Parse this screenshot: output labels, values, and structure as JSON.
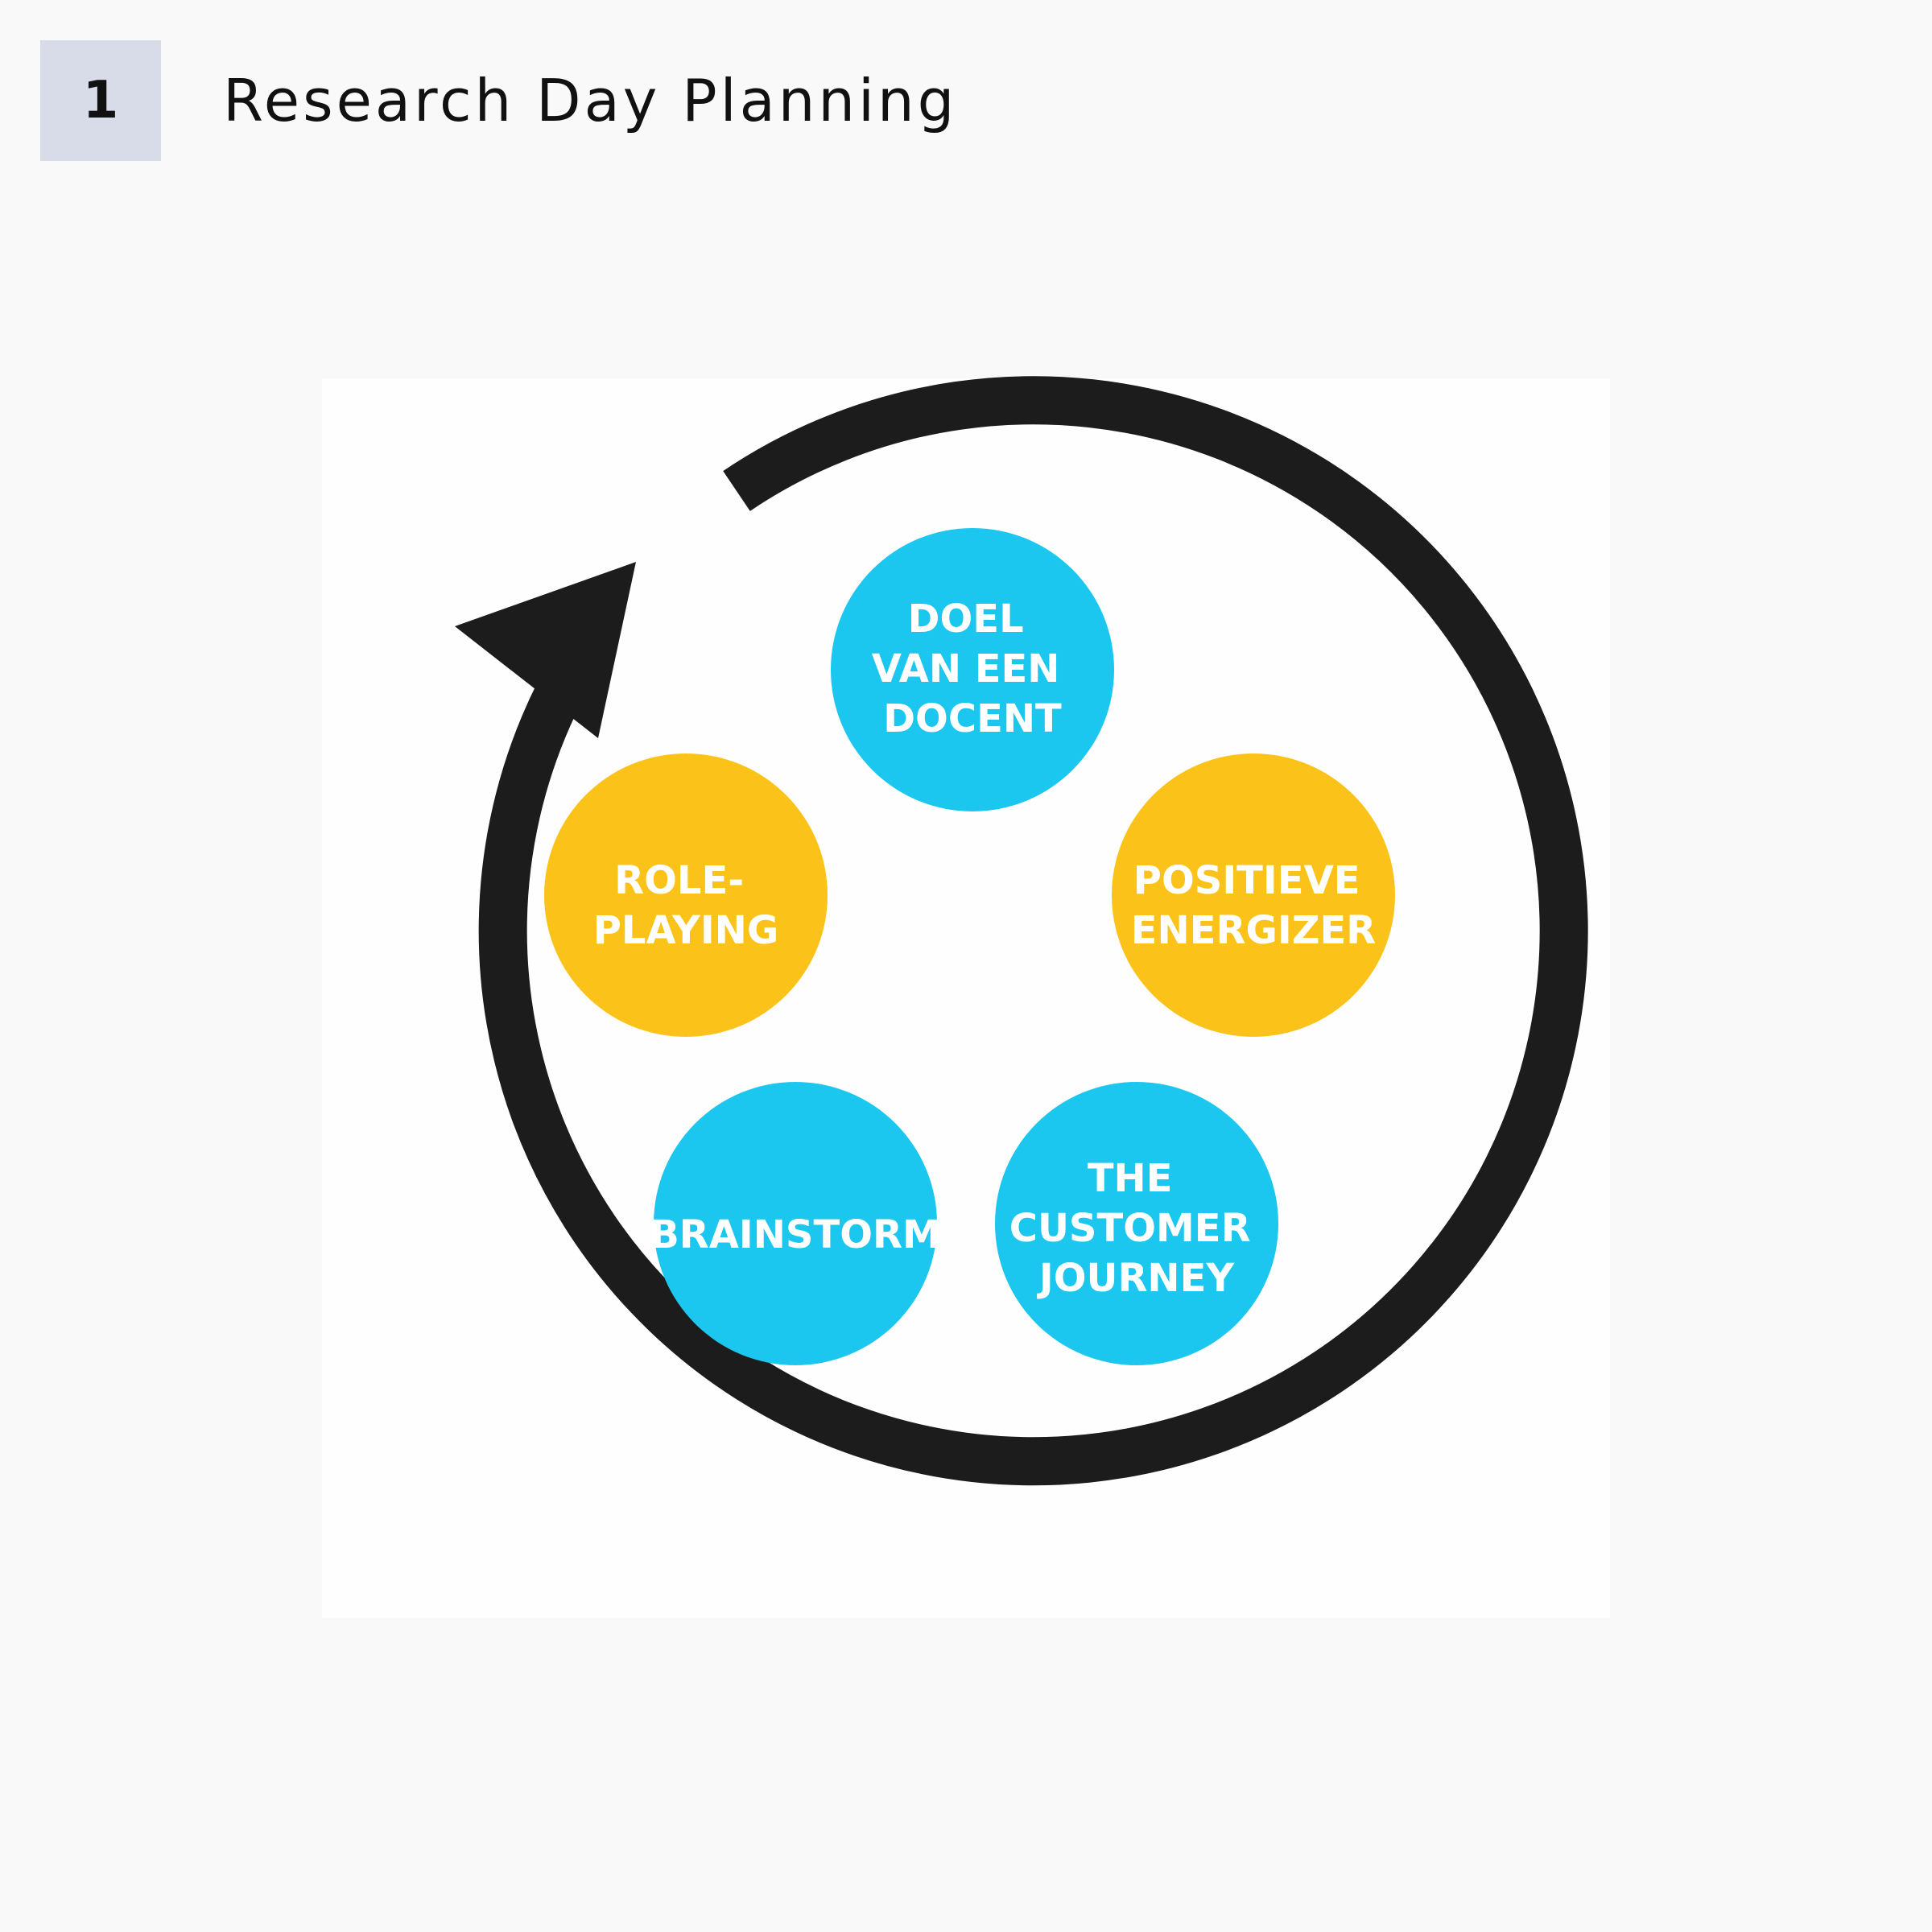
{
  "header": {
    "step_number": "1",
    "title": "Research Day Planning"
  },
  "diagram": {
    "type": "cycle",
    "direction": "counterclockwise",
    "nodes": [
      {
        "id": "doel",
        "lines": [
          "DOEL",
          "VAN EEN",
          "DOCENT"
        ],
        "color": "#1bc7ee"
      },
      {
        "id": "positieve",
        "lines": [
          "POSITIEVE",
          "ENERGIZER"
        ],
        "color": "#fbc31a"
      },
      {
        "id": "customer",
        "lines": [
          "THE",
          "CUSTOMER",
          "JOURNEY"
        ],
        "color": "#1bc7ee"
      },
      {
        "id": "brainstorm",
        "lines": [
          "BRAINSTORM"
        ],
        "color": "#1bc7ee"
      },
      {
        "id": "roleplaying",
        "lines": [
          "ROLE-",
          "PLAYING"
        ],
        "color": "#fbc31a"
      }
    ],
    "colors": {
      "cycle_arrow": "#1c1c1c",
      "blue": "#1bc7ee",
      "yellow": "#fbc31a"
    }
  }
}
